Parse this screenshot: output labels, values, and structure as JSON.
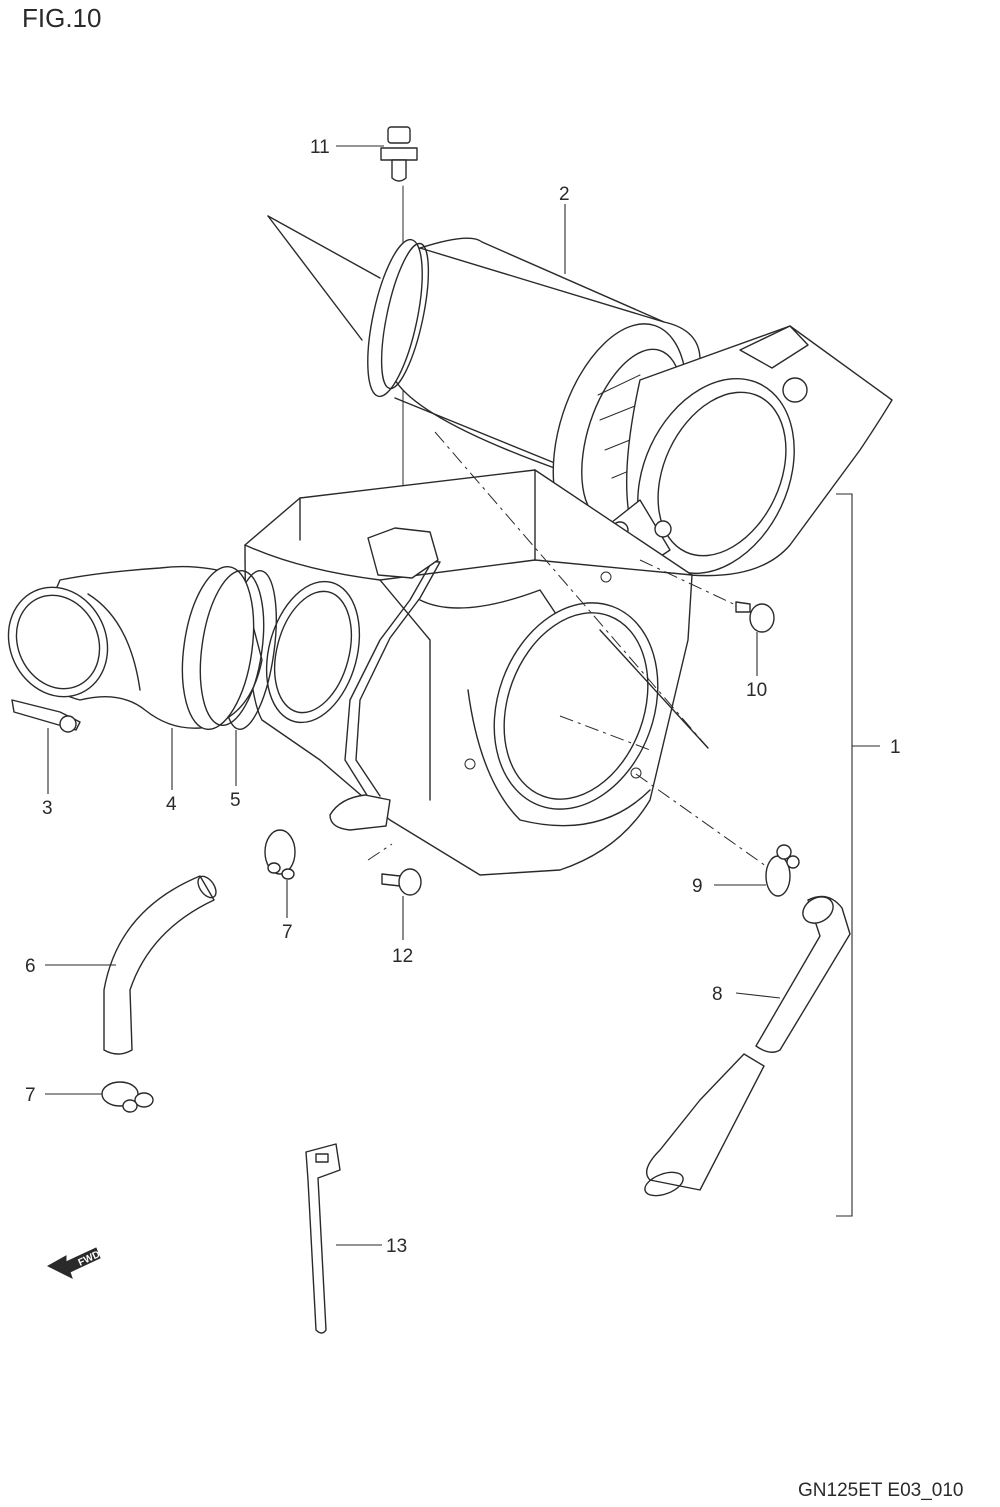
{
  "figure": {
    "title": "FIG.10",
    "code": "GN125ET E03_010",
    "fwd_label": "FWD"
  },
  "callouts": [
    {
      "id": "1",
      "text": "1"
    },
    {
      "id": "2",
      "text": "2"
    },
    {
      "id": "3",
      "text": "3"
    },
    {
      "id": "4",
      "text": "4"
    },
    {
      "id": "5",
      "text": "5"
    },
    {
      "id": "6",
      "text": "6"
    },
    {
      "id": "7a",
      "text": "7"
    },
    {
      "id": "7b",
      "text": "7"
    },
    {
      "id": "8",
      "text": "8"
    },
    {
      "id": "9",
      "text": "9"
    },
    {
      "id": "10",
      "text": "10"
    },
    {
      "id": "11",
      "text": "11"
    },
    {
      "id": "12",
      "text": "12"
    },
    {
      "id": "13",
      "text": "13"
    }
  ]
}
